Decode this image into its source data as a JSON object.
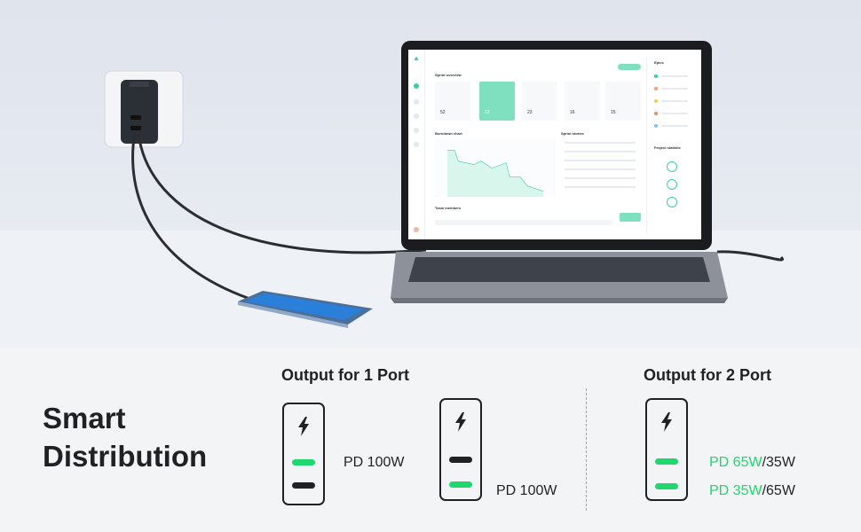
{
  "headline": {
    "line1": "Smart",
    "line2": "Distribution"
  },
  "sections": {
    "one_port": {
      "title": "Output for 1 Port"
    },
    "two_port": {
      "title": "Output for 2 Port"
    }
  },
  "one_port_configs": [
    {
      "bars": [
        "green",
        "black"
      ],
      "label": "PD 100W"
    },
    {
      "bars": [
        "black",
        "green"
      ],
      "label": "PD 100W"
    }
  ],
  "two_port_config": {
    "bars": [
      "green",
      "green"
    ],
    "labels": [
      {
        "highlight": "PD 65W",
        "rest": "/35W"
      },
      {
        "highlight": "PD 35W",
        "rest": "/65W"
      }
    ]
  },
  "screen": {
    "sprint_title": "Sprint overview",
    "stats": [
      "52",
      "12",
      "23",
      "16",
      "15"
    ],
    "burndown_title": "Burndown chart",
    "stories_title": "Sprint stories",
    "epics_title": "Epics",
    "project_title": "Project statistic",
    "team_title": "Team members"
  },
  "colors": {
    "accent_green": "#1ed86f",
    "ink": "#1f2125",
    "panel_bg": "#f3f4f6"
  }
}
